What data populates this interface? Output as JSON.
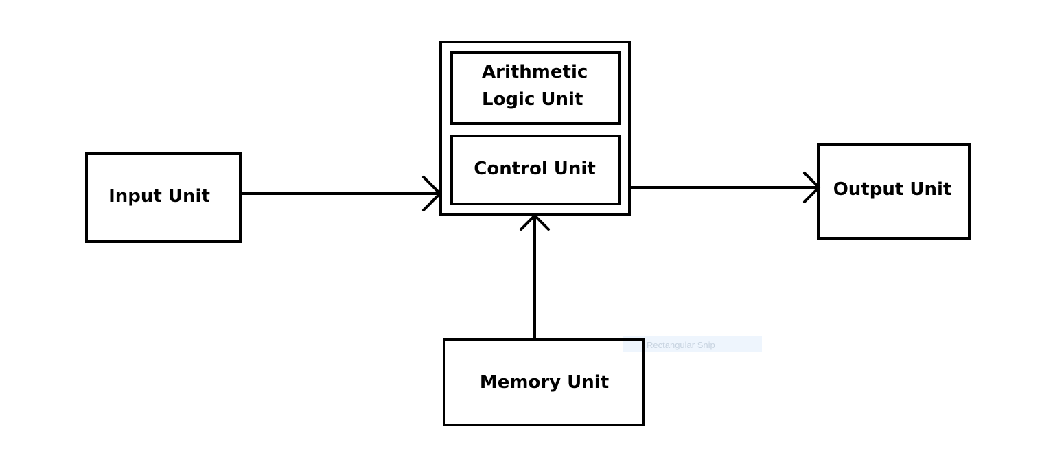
{
  "diagram": {
    "input_unit": "Input Unit",
    "alu_line1": "Arithmetic",
    "alu_line2": "Logic Unit",
    "control_unit": "Control Unit",
    "output_unit": "Output Unit",
    "memory_unit": "Memory Unit"
  },
  "overlay": {
    "snip_label": "Rectangular Snip"
  },
  "colors": {
    "stroke": "#000000",
    "background": "#ffffff",
    "snip_tint": "#eef5fd",
    "snip_text": "#c7d3e0"
  }
}
